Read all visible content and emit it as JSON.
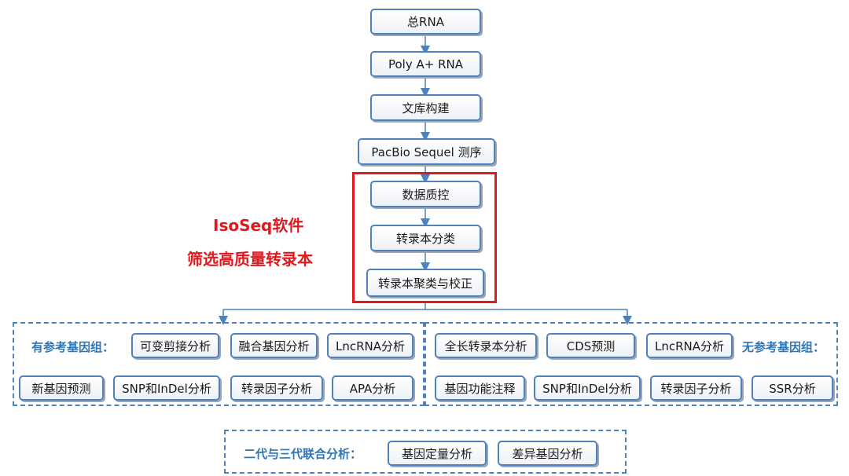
{
  "flow": {
    "total_rna": "总RNA",
    "polya_rna": "Poly A+ RNA",
    "library": "文库构建",
    "sequencing": "PacBio Sequel 测序"
  },
  "isoseq": {
    "title": "IsoSeq软件",
    "subtitle": "筛选高质量转录本",
    "steps": [
      "数据质控",
      "转录本分类",
      "转录本聚类与校正"
    ]
  },
  "with_ref": {
    "label": "有参考基因组：",
    "row1": [
      "可变剪接分析",
      "融合基因分析",
      "LncRNA分析"
    ],
    "row2": [
      "新基因预测",
      "SNP和InDel分析",
      "转录因子分析",
      "APA分析"
    ]
  },
  "no_ref": {
    "label": "无参考基因组：",
    "row1": [
      "全长转录本分析",
      "CDS预测",
      "LncRNA分析"
    ],
    "row2": [
      "基因功能注释",
      "SNP和InDel分析",
      "转录因子分析",
      "SSR分析"
    ]
  },
  "combined": {
    "label": "二代与三代联合分析：",
    "items": [
      "基因定量分析",
      "差异基因分析"
    ]
  },
  "colors": {
    "box_border": "#4f81bd",
    "arrow": "#4f81bd",
    "highlight": "#e0191e",
    "group_label": "#2e75b6"
  }
}
